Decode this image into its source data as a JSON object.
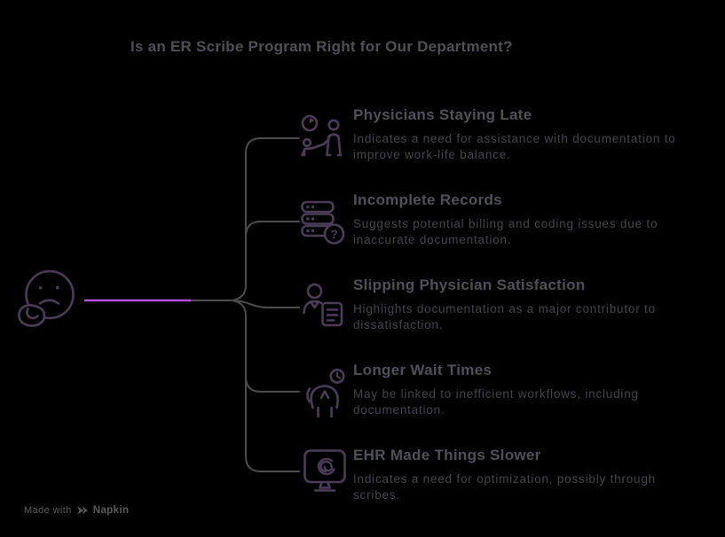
{
  "title": "Is an ER Scribe Program Right for Our Department?",
  "root": {
    "icon": "thinking-face-icon"
  },
  "items": [
    {
      "heading": "Physicians Staying Late",
      "description": "Indicates a need for assistance with documentation to improve work-life balance.",
      "icon": "physician-staying-late-icon"
    },
    {
      "heading": "Incomplete Records",
      "description": "Suggests potential billing and coding issues due to inaccurate documentation.",
      "icon": "database-question-icon",
      "icon_glyph": "?"
    },
    {
      "heading": "Slipping Physician Satisfaction",
      "description": "Highlights documentation as a major contributor to dissatisfaction.",
      "icon": "physician-document-icon"
    },
    {
      "heading": "Longer Wait Times",
      "description": "May be linked to inefficient workflows, including documentation.",
      "icon": "waiting-person-clock-icon"
    },
    {
      "heading": "EHR Made Things Slower",
      "description": "Indicates a need for optimization, possibly through scribes.",
      "icon": "monitor-spiral-icon"
    }
  ],
  "footer": {
    "made_with": "Made with",
    "brand": "Napkin",
    "logo": "napkin-pen-icon"
  },
  "colors": {
    "background": "#000000",
    "title": "#4f4f57",
    "heading": "#50505a",
    "description": "#45454d",
    "icon_purple": "#4b3c58",
    "connector_gray": "#4c4c4c",
    "accent_purple": "#b44ce2",
    "footer_gray": "#5c5c5c"
  }
}
